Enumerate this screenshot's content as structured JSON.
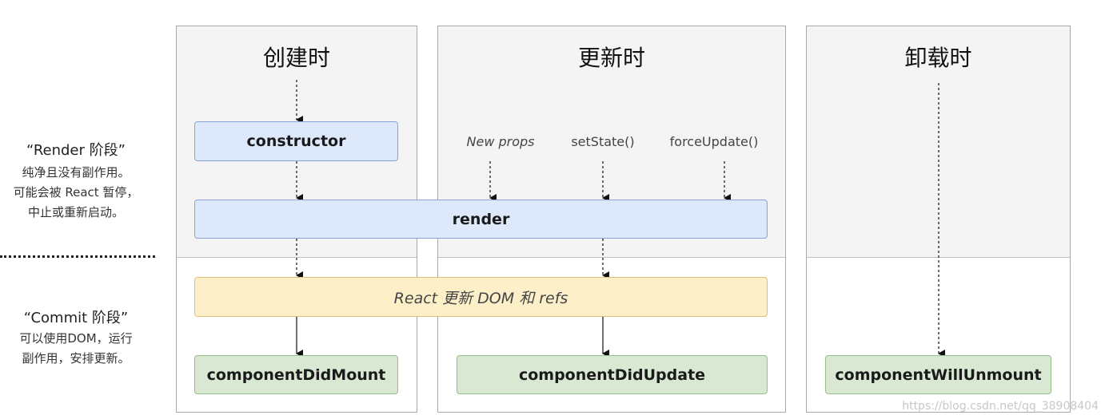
{
  "phases": {
    "render": {
      "title": "“Render 阶段”",
      "desc": [
        "纯净且没有副作用。",
        "可能会被 React 暂停，",
        "中止或重新启动。"
      ]
    },
    "commit": {
      "title": "“Commit 阶段”",
      "desc": [
        "可以使用DOM，运行",
        "副作用，安排更新。"
      ]
    }
  },
  "columns": {
    "mount": "创建时",
    "update": "更新时",
    "unmount": "卸载时"
  },
  "triggers": {
    "new_props": "New props",
    "set_state": "setState()",
    "force_update": "forceUpdate()"
  },
  "methods": {
    "constructor": "constructor",
    "render": "render",
    "react_updates": "React 更新 DOM 和 refs",
    "did_mount": "componentDidMount",
    "did_update": "componentDidUpdate",
    "will_unmount": "componentWillUnmount"
  },
  "watermark": "https://blog.csdn.net/qq_38908404"
}
